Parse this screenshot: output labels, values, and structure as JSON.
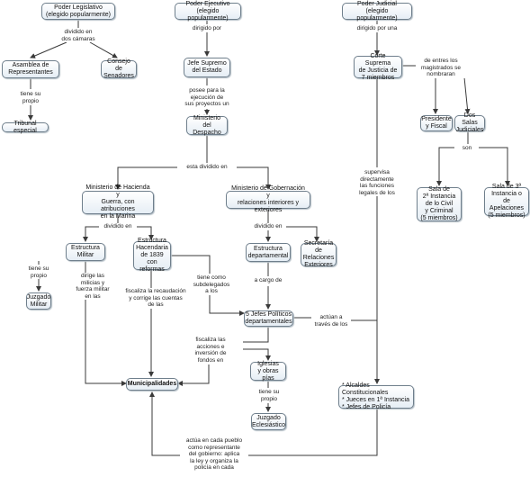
{
  "nodes": {
    "legislativo": "Poder Legislativo\n(elegido popularmente)",
    "ejecutivo": "Poder Ejecutivo\n(elegido popularmente)",
    "judicial": "Poder Judicial\n(elegido popularmente)",
    "asamblea": "Asamblea de\nRepresentantes",
    "senadores": "Consejo de\nSenadores",
    "tribunal": "Tribunal especial",
    "jefe_supremo": "Jefe Supremo\ndel Estado",
    "ministerio_despacho": "Ministerio del\nDespacho",
    "corte": "Corte Suprema\nde Justicia de\n7 miembros",
    "presidente": "Presidente\ny Fiscal",
    "dos_salas": "Dos Salas\nJudiciales",
    "sala2": "Sala de\n2ª Instancia\nde lo Civil\ny Criminal\n(5 miembros)",
    "sala3": "Sala de 3ª\nInstancia o\nde Apelaciones\n(5 miembros)",
    "hacienda": "Ministerio de Hacienda y\nGuerra, con atribuciones\nen la Marina",
    "gobernacion": "Ministerio de Gobernación y\nrelaciones interiores y exteriores",
    "estructura_militar": "Estructura\nMilitar",
    "estructura_hacendaria": "Estructura\nHacendaria\nde 1839 con\nreformas",
    "estructura_departamental": "Estructura\ndepartamental",
    "secretaria": "Secretaría de\nRelaciones\nExteriores",
    "juzgado_militar": "Juzgado\nMilitar",
    "jefes_politicos": "5 Jefes Políticos\ndepartamentales",
    "iglesias": "Iglesias\ny obras pías",
    "juzgado_eclesiastico": "Juzgado\nEclesiástico",
    "municipalidades": "Municipalidades",
    "alcaldes": "* Alcaldes Constitucionales\n* Jueces en 1ª Instancia\n* Jefes de Policía"
  },
  "labels": {
    "dividido_camaras": "dividido en\ndos cámaras",
    "tiene_su_propio_1": "tiene su\npropio",
    "dirigido_por": "dirigido por",
    "dirigido_por_una": "dirigido por una",
    "posee_para": "posee para la\nejecución de\nsus proyectos un",
    "de_entres": "de entres los\nmagistrados se\nnombraran",
    "son": "son",
    "esta_dividido": "esta dividido en",
    "supervisa": "supervisa\ndirectamente\nlas funciones\nlegales de los",
    "dividido_en_1": "dividido en",
    "dividido_en_2": "dividido en",
    "tiene_su_propio_2": "tiene su\npropio",
    "dirige_milicias": "dirige las\nmilicias y\nfuerza militar\nen las",
    "fiscaliza_recaudacion": "fiscaliza la recaudación\ny corrige las cuentas\nde las",
    "tiene_subdelegados": "tiene como\nsubdelegados\na los",
    "a_cargo_de": "a cargo de",
    "actuan": "actúan a\ntravés de los",
    "fiscaliza_acciones": "fiscaliza las\nacciones e\ninversión de\nfondos en",
    "tiene_su_propio_3": "tiene su\npropio",
    "actua_pueblo": "actúa en cada pueblo\ncomo representante\ndel gobierno: aplica\nla ley y organiza la\npolicía en cada"
  },
  "colors": {
    "line": "#3a3a3a",
    "node_border": "#6f7f8c"
  }
}
